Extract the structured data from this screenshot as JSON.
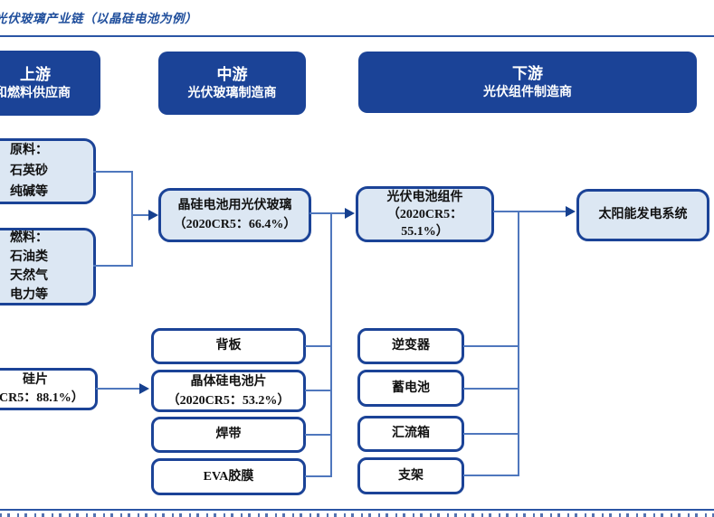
{
  "page_title": "光伏玻璃产业链（以晶硅电池为例）",
  "colors": {
    "navy": "#1B4397",
    "light_blue_fill": "#DCE7F3",
    "connector_blue": "#4F77BD",
    "title_blue": "#1F4E9C"
  },
  "stages": {
    "upstream": {
      "title": "上游",
      "subtitle": "和燃料供应商"
    },
    "midstream": {
      "title": "中游",
      "subtitle": "光伏玻璃制造商"
    },
    "downstream": {
      "title": "下游",
      "subtitle": "光伏组件制造商"
    }
  },
  "nodes": {
    "raw_materials": {
      "lines": [
        "原料：",
        "石英砂",
        "纯碱等"
      ]
    },
    "fuels": {
      "lines": [
        "燃料：",
        "石油类",
        "天然气",
        "电力等"
      ]
    },
    "pv_glass": {
      "lines": [
        "晶硅电池用光伏玻璃",
        "（2020CR5：66.4%）"
      ]
    },
    "pv_module": {
      "lines": [
        "光伏电池组件",
        "（2020CR5：",
        "55.1%）"
      ]
    },
    "solar_system": {
      "label": "太阳能发电系统"
    },
    "silicon_wafer": {
      "lines": [
        "硅片",
        "CR5：88.1%）"
      ]
    },
    "module_components": {
      "backsheet": "背板",
      "si_cell_line1": "晶体硅电池片",
      "si_cell_line2": "（2020CR5：53.2%）",
      "ribbon": "焊带",
      "eva": "EVA胶膜"
    },
    "system_components": {
      "inverter": "逆变器",
      "battery": "蓄电池",
      "combiner": "汇流箱",
      "bracket": "支架"
    }
  }
}
